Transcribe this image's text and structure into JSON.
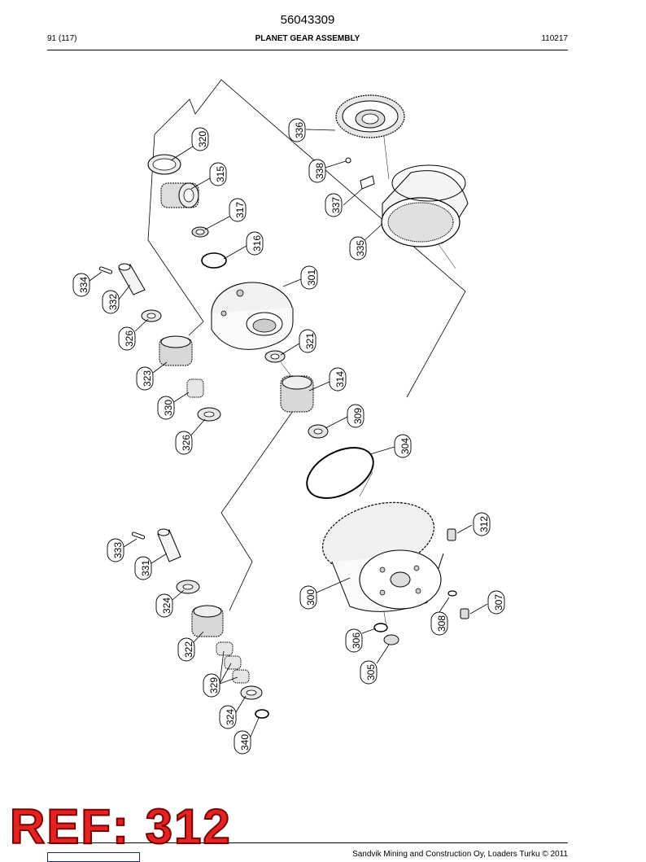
{
  "header": {
    "doc_number": "56043309",
    "page_ref": "91 (117)",
    "title": "PLANET GEAR ASSEMBLY",
    "date": "110217"
  },
  "callouts": {
    "c300": "300",
    "c301": "301",
    "c304": "304",
    "c305": "305",
    "c306": "306",
    "c307": "307",
    "c308": "308",
    "c309": "309",
    "c312": "312",
    "c314": "314",
    "c315": "315",
    "c316": "316",
    "c317": "317",
    "c320": "320",
    "c321": "321",
    "c322": "322",
    "c323": "323",
    "c324a": "324",
    "c324b": "324",
    "c326a": "326",
    "c326b": "326",
    "c329": "329",
    "c330": "330",
    "c331": "331",
    "c332": "332",
    "c333": "333",
    "c334": "334",
    "c335": "335",
    "c336": "336",
    "c337": "337",
    "c338": "338",
    "c340": "340"
  },
  "footer": {
    "ref_stamp": "REF: 312",
    "copyright": "Sandvik Mining and Construction Oy, Loaders Turku © 2011"
  },
  "colors": {
    "stamp": "#e32222",
    "ink": "#000000"
  }
}
